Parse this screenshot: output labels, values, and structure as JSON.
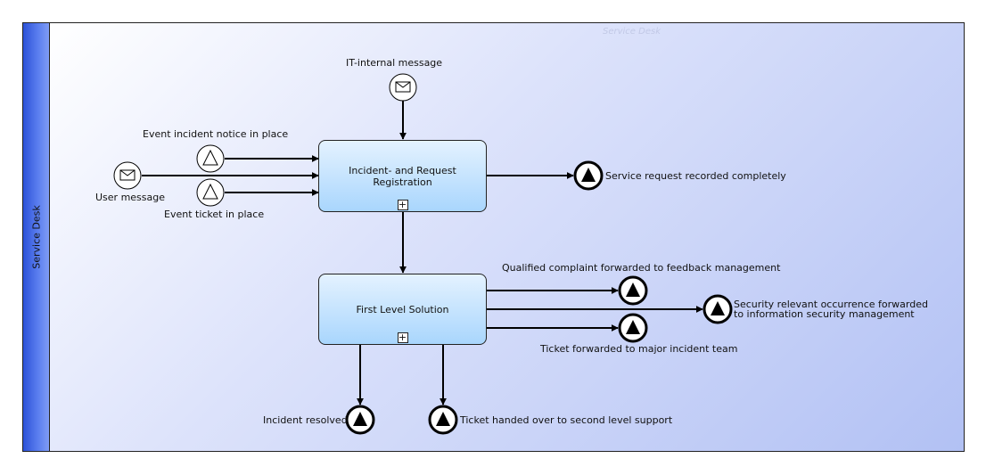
{
  "lane": {
    "label": "Service Desk",
    "title": "Service Desk"
  },
  "tasks": {
    "registration": {
      "label": "Incident- and Request Registration",
      "marker": "+"
    },
    "first_level": {
      "label": "First Level Solution",
      "marker": "+"
    }
  },
  "events": {
    "it_internal_message": {
      "label": "IT-internal message",
      "icon": "envelope-icon"
    },
    "event_incident_notice": {
      "label": "Event incident notice in place",
      "icon": "triangle-icon"
    },
    "user_message": {
      "label": "User message",
      "icon": "envelope-icon"
    },
    "event_ticket": {
      "label": "Event ticket in place",
      "icon": "triangle-icon"
    },
    "service_request_recorded": {
      "label": "Service request recorded completely",
      "icon": "filled-triangle-icon"
    },
    "qualified_complaint": {
      "label": "Qualified complaint forwarded to feedback management",
      "icon": "filled-triangle-icon"
    },
    "security_relevant": {
      "label_line1": "Security relevant occurrence forwarded",
      "label_line2": "to information security management",
      "icon": "filled-triangle-icon"
    },
    "ticket_major_incident": {
      "label": "Ticket forwarded to major incident team",
      "icon": "filled-triangle-icon"
    },
    "incident_resolved": {
      "label": "Incident resolved",
      "icon": "filled-triangle-icon"
    },
    "ticket_second_level": {
      "label": "Ticket handed over to second level support",
      "icon": "filled-triangle-icon"
    }
  },
  "colors": {
    "lane_header": "#2c52d8",
    "lane_body_end": "#b2c1f4",
    "task_top": "#e4f2ff",
    "task_bottom": "#a9d6fd"
  }
}
